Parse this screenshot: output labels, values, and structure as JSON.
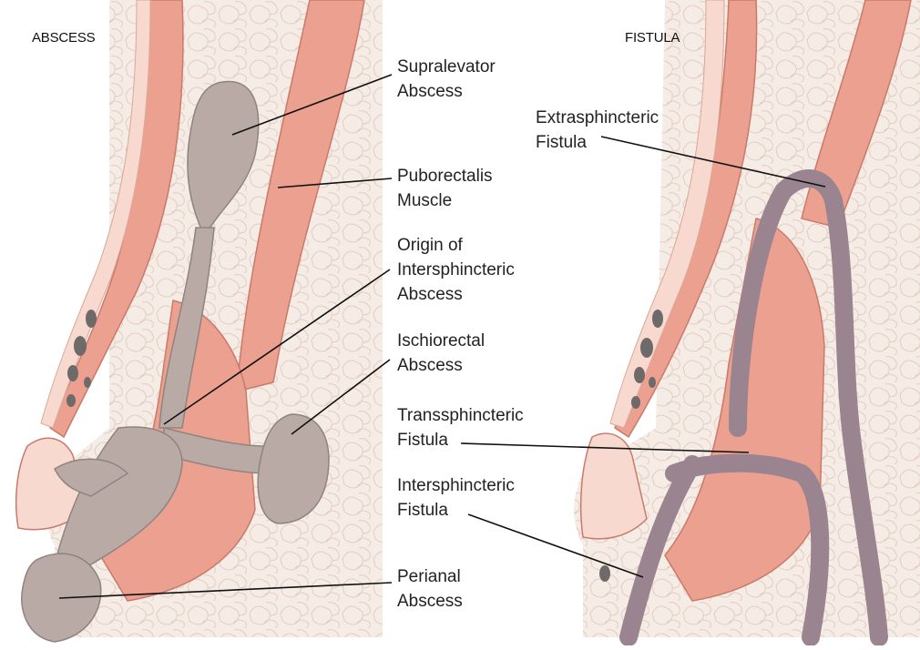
{
  "panels": {
    "left_title": "ABSCESS",
    "right_title": "FISTULA"
  },
  "labels": {
    "supralevator": [
      "Supralevator",
      "Abscess"
    ],
    "puborectalis": [
      "Puborectalis",
      "Muscle"
    ],
    "origin": [
      "Origin of",
      "Intersphincteric",
      "Abscess"
    ],
    "ischiorectal": [
      "Ischiorectal",
      "Abscess"
    ],
    "transsphincteric": [
      "Transsphincteric",
      "Fistula"
    ],
    "intersphincteric": [
      "Intersphincteric",
      "Fistula"
    ],
    "perianal": [
      "Perianal",
      "Abscess"
    ],
    "extrasphincteric": [
      "Extrasphincteric",
      "Fistula"
    ]
  },
  "colors": {
    "fat": "#f6ece6",
    "fat_outline": "#e6d2c8",
    "muscle": "#eba090",
    "muscle_dark": "#d98877",
    "mucosa": "#f7d9cf",
    "abscess": "#b9aaa6",
    "fistula": "#9a8490",
    "leader": "#111111"
  }
}
